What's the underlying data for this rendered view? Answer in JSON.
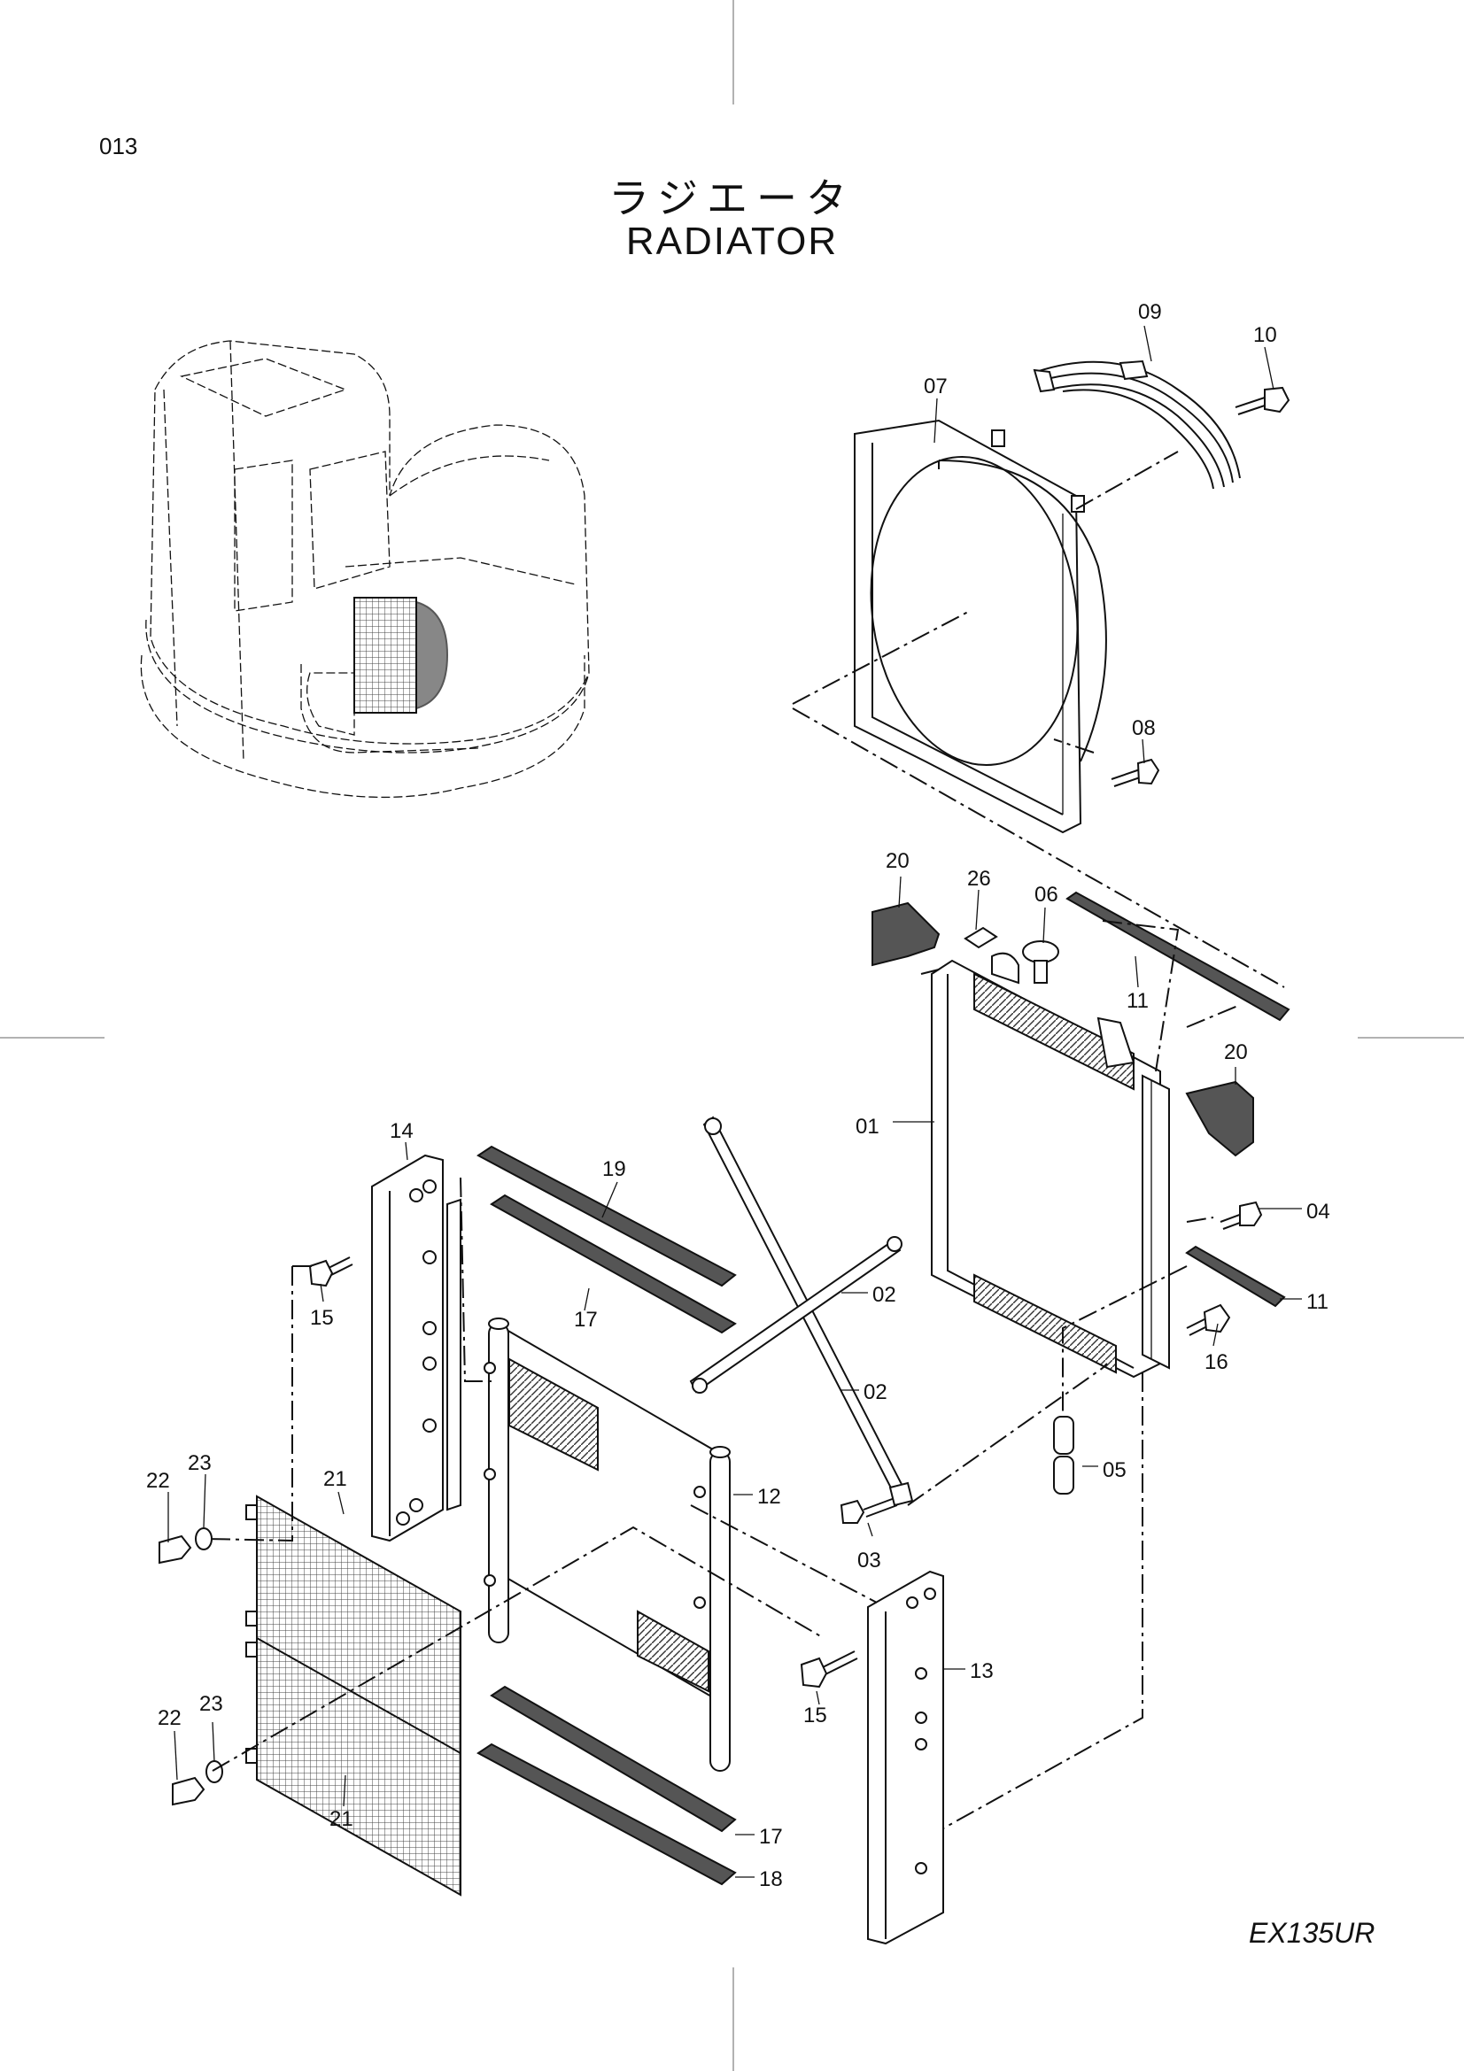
{
  "page_number": "013",
  "title_jp": "ラジエータ",
  "title_en": "RADIATOR",
  "model": "EX135UR",
  "callouts": {
    "c01": "01",
    "c02a": "02",
    "c02b": "02",
    "c03": "03",
    "c04": "04",
    "c05": "05",
    "c06": "06",
    "c07": "07",
    "c08": "08",
    "c09": "09",
    "c10": "10",
    "c11a": "11",
    "c11b": "11",
    "c12": "12",
    "c13": "13",
    "c14": "14",
    "c15a": "15",
    "c15b": "15",
    "c16": "16",
    "c17a": "17",
    "c17b": "17",
    "c18": "18",
    "c19": "19",
    "c20a": "20",
    "c20b": "20",
    "c21a": "21",
    "c21b": "21",
    "c22a": "22",
    "c22b": "22",
    "c23a": "23",
    "c23b": "23",
    "c26": "26"
  }
}
